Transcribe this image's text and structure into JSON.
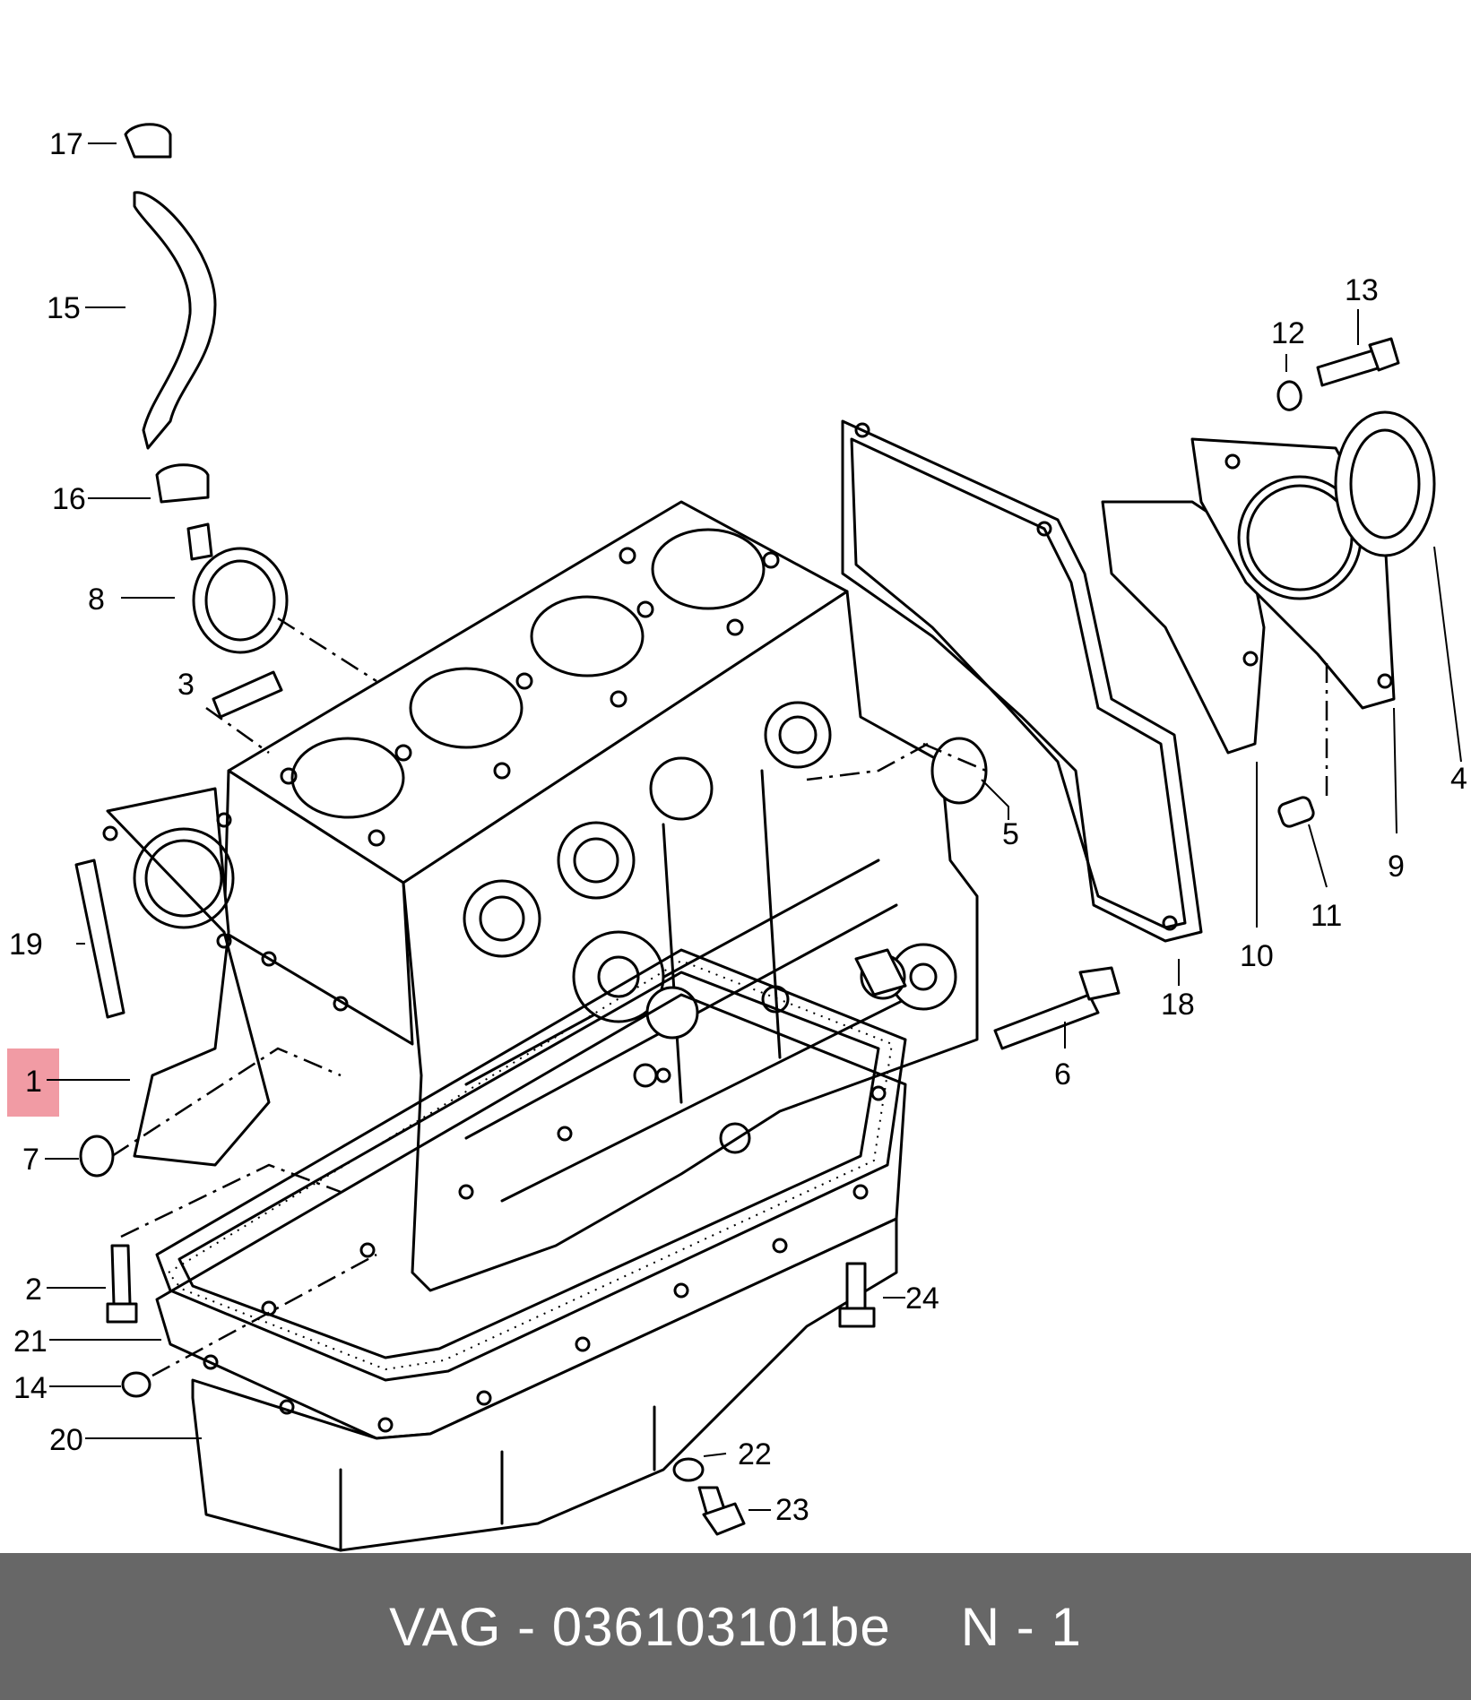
{
  "callouts": [
    "17",
    "15",
    "16",
    "8",
    "3",
    "19",
    "1",
    "7",
    "2",
    "21",
    "14",
    "20",
    "13",
    "12",
    "4",
    "9",
    "11",
    "10",
    "18",
    "5",
    "6",
    "24",
    "22",
    "23"
  ],
  "highlight": {
    "label": "1",
    "color": "#ef8a94"
  },
  "footer": {
    "part_number": "VAG - 036103101be",
    "position": "N - 1",
    "background": "#676767",
    "text_color": "#ffffff"
  }
}
